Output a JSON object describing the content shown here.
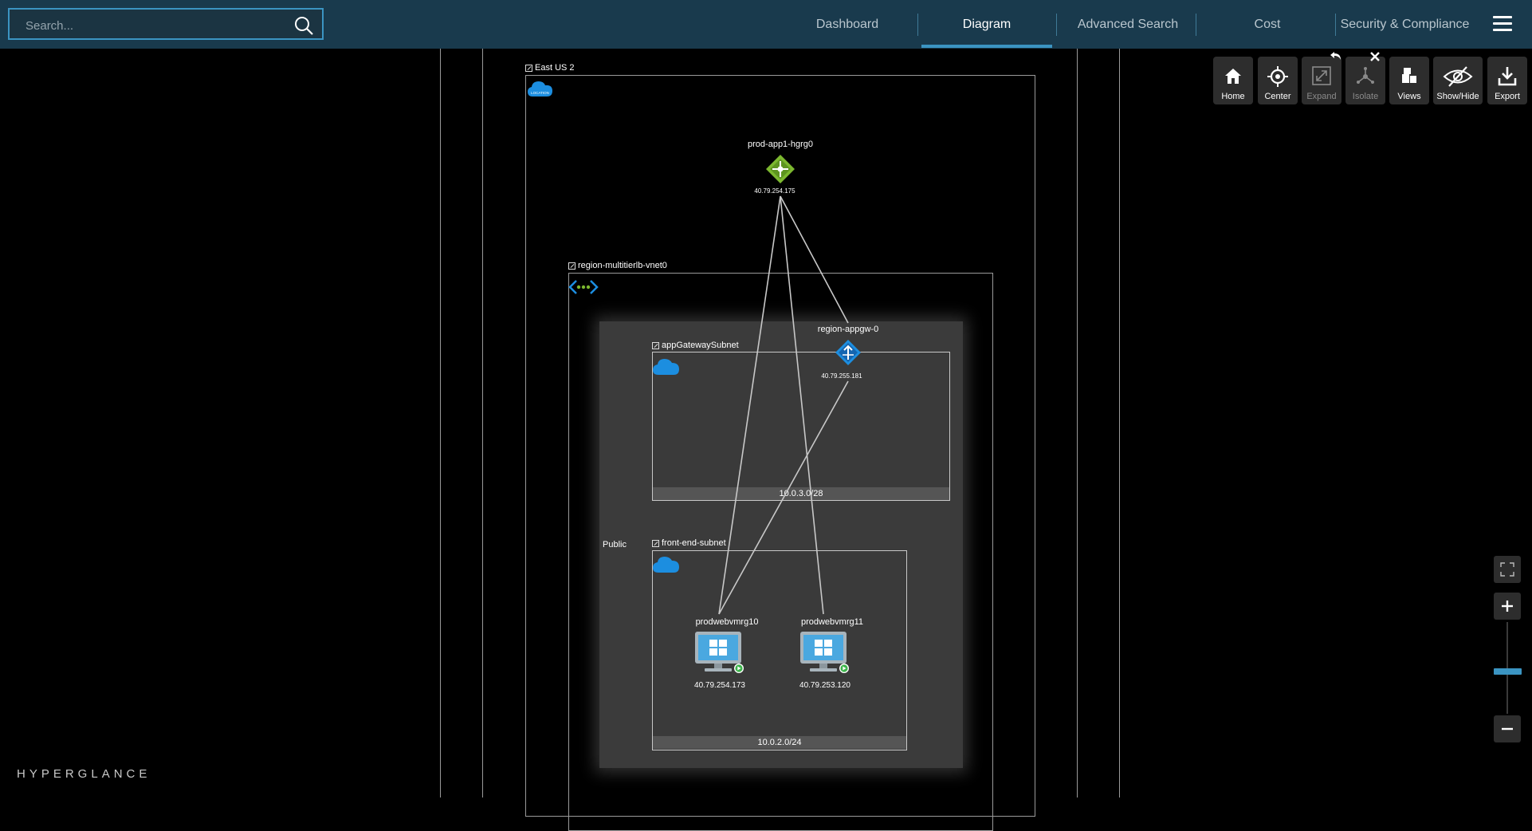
{
  "search": {
    "placeholder": "Search..."
  },
  "nav": {
    "tabs": [
      {
        "label": "Dashboard"
      },
      {
        "label": "Diagram"
      },
      {
        "label": "Advanced Search"
      },
      {
        "label": "Cost"
      },
      {
        "label": "Security & Compliance"
      }
    ],
    "active_tab": "Diagram"
  },
  "toolbar": {
    "buttons": [
      {
        "label": "Home",
        "icon": "home-icon",
        "enabled": true
      },
      {
        "label": "Center",
        "icon": "crosshair-icon",
        "enabled": true
      },
      {
        "label": "Expand",
        "icon": "expand-icon",
        "enabled": false
      },
      {
        "label": "Isolate",
        "icon": "isolate-icon",
        "enabled": false
      },
      {
        "label": "Views",
        "icon": "views-icon",
        "enabled": true
      },
      {
        "label": "Show/Hide",
        "icon": "eye-off-icon",
        "enabled": true
      },
      {
        "label": "Export",
        "icon": "download-icon",
        "enabled": true
      }
    ]
  },
  "diagram": {
    "region": {
      "label": "East US 2",
      "badge": "LOCATION"
    },
    "load_balancer": {
      "name": "prod-app1-hgrg0",
      "ip": "40.79.254.175"
    },
    "vnet": {
      "label": "region-multitierlb-vnet0"
    },
    "public_group": {
      "label": "Public"
    },
    "app_gateway_subnet": {
      "label": "appGatewaySubnet",
      "cidr": "10.0.3.0/28"
    },
    "app_gateway": {
      "name": "region-appgw-0",
      "ip": "40.79.255.181"
    },
    "front_end_subnet": {
      "label": "front-end-subnet",
      "cidr": "10.0.2.0/24"
    },
    "vms": [
      {
        "name": "prodwebvmrg10",
        "ip": "40.79.254.173",
        "status": "running"
      },
      {
        "name": "prodwebvmrg11",
        "ip": "40.79.253.120",
        "status": "running"
      }
    ]
  },
  "brand": "HYPERGLANCE",
  "colors": {
    "topbar": "#193a4d",
    "accent": "#3b94c2",
    "lb_green": "#7cb82f",
    "azure_blue": "#1c8ee0"
  }
}
